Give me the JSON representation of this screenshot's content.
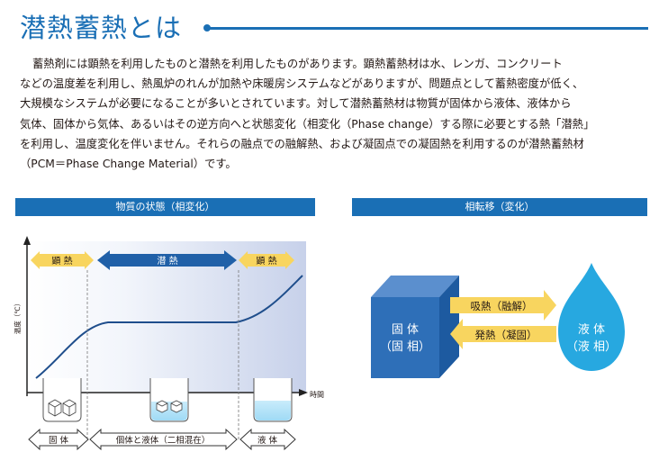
{
  "title": "潜熱蓄熱とは",
  "intro_lines": [
    "蓄熱剤には顕熱を利用したものと潜熱を利用したものがあります。顕熱蓄熱材は水、レンガ、コンクリート",
    "などの温度差を利用し、熱風炉のれんが加熱や床暖房システムなどがありますが、問題点として蓄熱密度が低く、",
    "大規模なシステムが必要になることが多いとされています。対して潜熱蓄熱材は物質が固体から液体、液体から",
    "気体、固体から気体、あるいはその逆方向へと状態変化（相変化（Phase change）する際に必要とする熱「潜熱」",
    "を利用し、温度変化を伴いません。それらの融点での融解熱、および凝固点での凝固熱を利用するのが潜熱蓄熱材",
    "（PCM＝Phase Change Material）です。"
  ],
  "left_panel": {
    "header": "物質の状態（相変化）",
    "y_axis_label": "温度（℃）",
    "x_axis_label": "時間",
    "top_arrows": [
      "顕 熱",
      "潜 熱",
      "顕 熱"
    ],
    "bottom_arrows": [
      "固 体",
      "個体と液体（二相混在）",
      "液 体"
    ]
  },
  "right_panel": {
    "header": "相転移（変化）",
    "solid_label": [
      "固 体",
      "（固 相）"
    ],
    "liquid_label": [
      "液 体",
      "（液 相）"
    ],
    "absorb_label": "吸熱（融解）",
    "release_label": "発熱（凝固）"
  },
  "colors": {
    "brand_blue": "#1a6fb5",
    "arrow_blue": "#2060a8",
    "arrow_yellow": "#f8d55f",
    "cube_blue": "#2e6fb8",
    "drop_blue": "#27a8e0"
  }
}
